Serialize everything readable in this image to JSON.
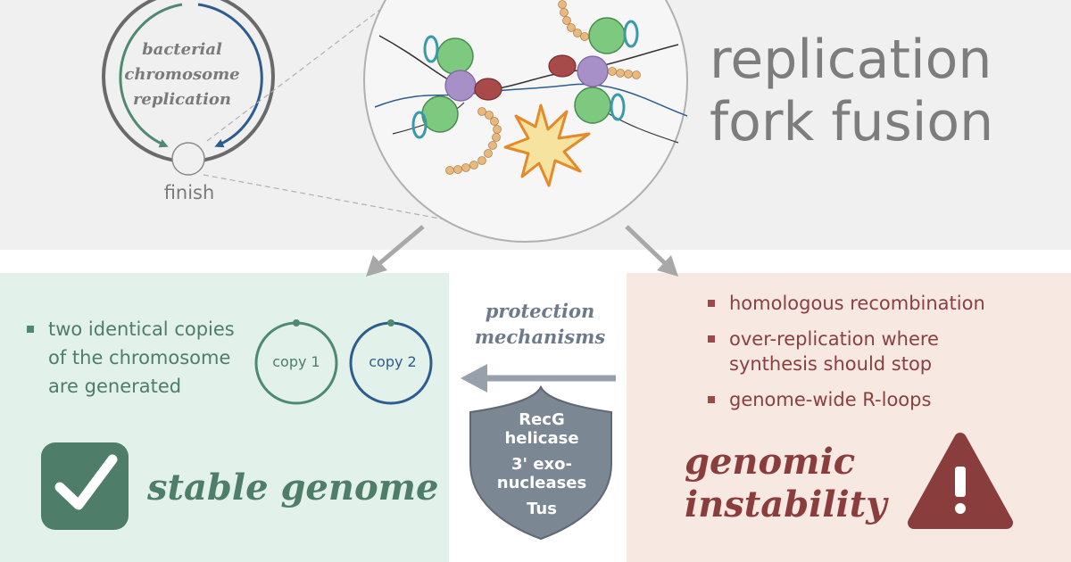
{
  "title": {
    "line1": "replication",
    "line2": "fork fusion"
  },
  "cycle": {
    "line1": "bacterial",
    "line2": "chromosome",
    "line3": "replication",
    "finish_label": "finish"
  },
  "outcome_stable": {
    "bullet": [
      "two identical copies",
      "of the chromosome",
      "are generated"
    ],
    "copies": [
      "copy 1",
      "copy 2"
    ],
    "label": "stable genome",
    "icon": "checkmark-icon",
    "color": "#4e7d6a"
  },
  "protection": {
    "line1": "protection",
    "line2": "mechanisms",
    "shield_items": [
      "RecG",
      "helicase",
      "3' exo-",
      "nucleases",
      "Tus"
    ]
  },
  "outcome_instability": {
    "bullets": [
      [
        "homologous recombination"
      ],
      [
        "over-replication where",
        "synthesis should stop"
      ],
      [
        "genome-wide R-loops"
      ]
    ],
    "label_line1": "genomic",
    "label_line2": "instability",
    "icon": "warning-icon",
    "color": "#8a3d3d"
  }
}
